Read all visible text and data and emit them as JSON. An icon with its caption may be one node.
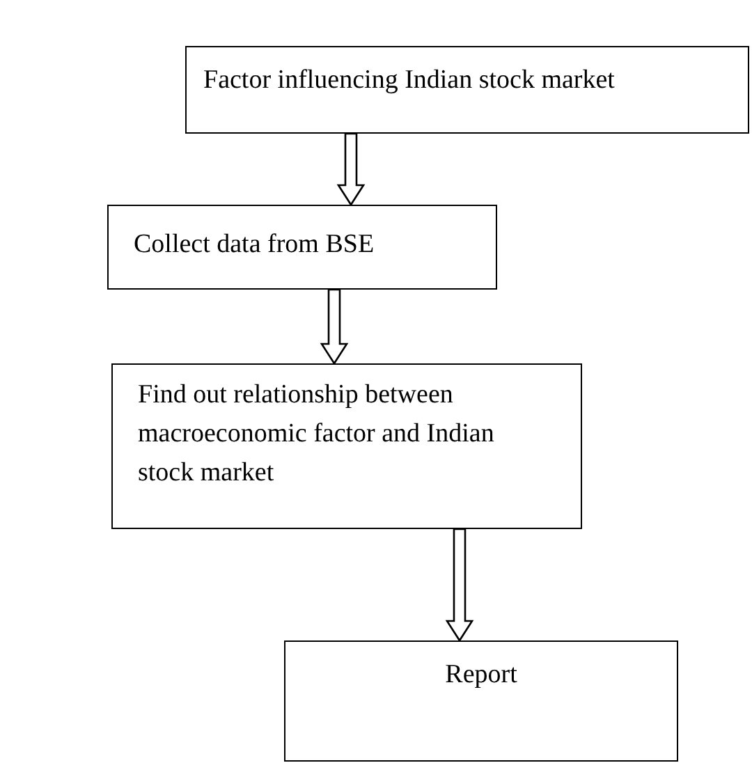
{
  "diagram": {
    "nodes": [
      {
        "text": [
          "Factor influencing Indian stock market"
        ]
      },
      {
        "text": [
          "Collect data from BSE"
        ]
      },
      {
        "text": [
          "Find out relationship between macroeconomic factor and Indian stock market"
        ]
      },
      {
        "text": [
          "Report"
        ]
      }
    ],
    "edges": [
      {
        "from": 0,
        "to": 1,
        "arrow": "to"
      },
      {
        "from": 1,
        "to": 2,
        "arrow": "to"
      },
      {
        "from": 2,
        "to": 3,
        "arrow": "to"
      }
    ]
  }
}
